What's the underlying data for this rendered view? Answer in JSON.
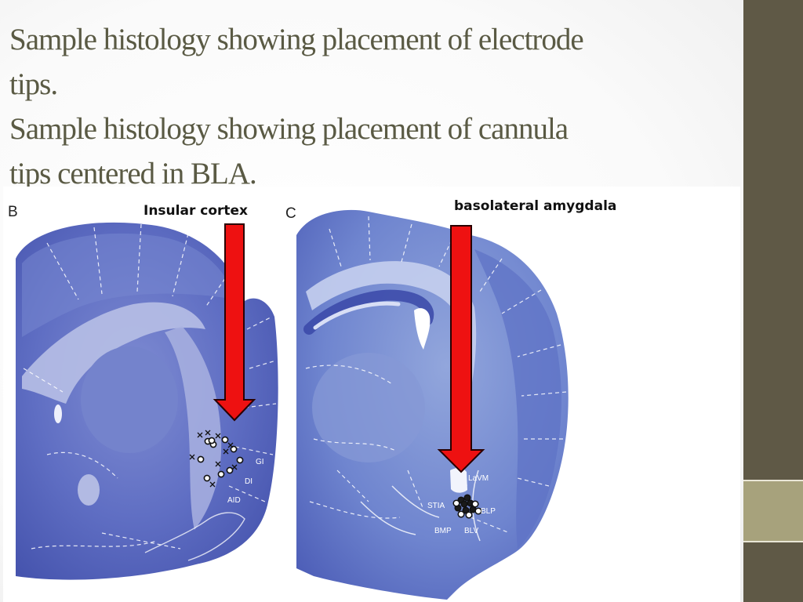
{
  "slide": {
    "title_lines": [
      "Sample histology showing placement of electrode",
      "tips.",
      "Sample histology showing placement of cannula",
      "tips centered in BLA."
    ]
  },
  "figure": {
    "panel_b": {
      "letter": "B",
      "callout": "Insular cortex",
      "region_labels": [
        "GI",
        "DI",
        "AID"
      ]
    },
    "panel_c": {
      "letter": "C",
      "callout": "basolateral amygdala",
      "region_labels": [
        "LaVM",
        "STIA",
        "BLP",
        "BMP",
        "BLV"
      ]
    }
  },
  "colors": {
    "tissue": "#5d6cc0",
    "tissue_light": "#8f9bd8",
    "arrow_fill": "#ee1111",
    "sidebar_dark": "#5f5946",
    "sidebar_accent": "#a7a27c",
    "title_text": "#5a5a44"
  }
}
